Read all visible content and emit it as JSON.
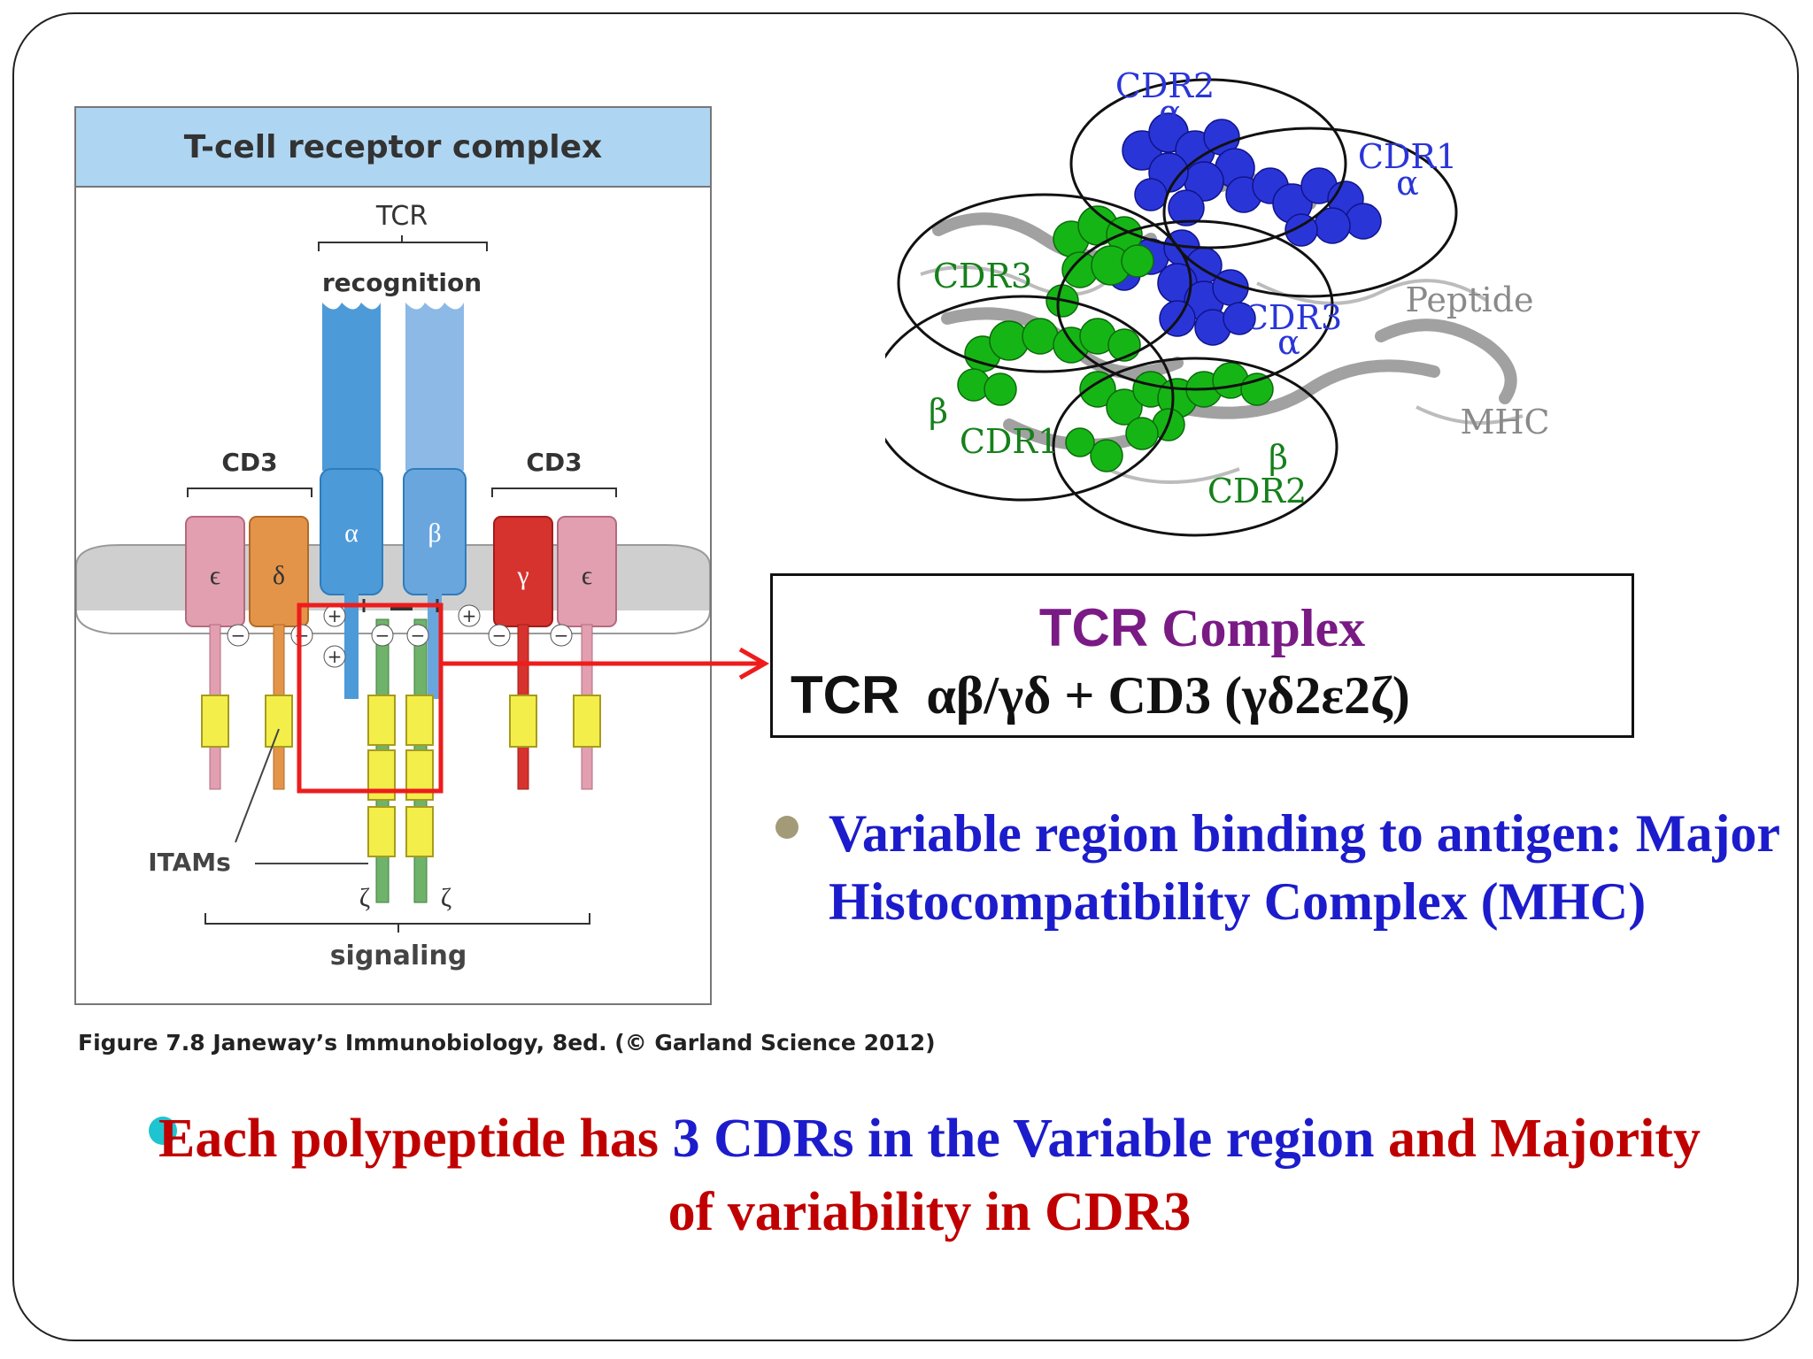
{
  "figure": {
    "title": "T-cell receptor complex",
    "tcr_label": "TCR",
    "recognition_label": "recognition",
    "cd3_left_label": "CD3",
    "cd3_right_label": "CD3",
    "alpha_label": "α",
    "beta_label": "β",
    "epsilon_left": "ϵ",
    "delta_label": "δ",
    "gamma_label": "γ",
    "epsilon_right": "ϵ",
    "itams_label": "ITAMs",
    "zeta_label": "ζ",
    "signaling_label": "signaling",
    "caption": "Figure 7.8  Janeway’s Immunobiology, 8ed. (© Garland Science 2012)",
    "colors": {
      "tcr_blue": "#4d9ad8",
      "cd3_epsilon": "#e19fb0",
      "cd3_delta": "#e39448",
      "cd3_gamma": "#d6322e",
      "zeta_green": "#6fb36b",
      "itam_yellow": "#f4ee4b",
      "highlight_red": "#ee1c1c"
    }
  },
  "structure": {
    "labels": {
      "cdr2_alpha": "CDR2",
      "cdr2_alpha_sub": "α",
      "cdr1_alpha": "CDR1",
      "cdr1_alpha_sub": "α",
      "cdr3_beta": "CDR3",
      "cdr3_alpha": "CDR3",
      "cdr3_alpha_sub": "α",
      "peptide": "Peptide",
      "cdr1_beta_sub": "β",
      "cdr1_beta": "CDR1",
      "cdr2_beta_sub": "β",
      "cdr2_beta": "CDR2",
      "mhc": "MHC"
    },
    "colors": {
      "alpha_cdr": "#2a35d8",
      "beta_cdr": "#16b516",
      "ribbon": "#888888"
    }
  },
  "tcr_box": {
    "title_tcr": "TCR",
    "title_rest": " Complex",
    "formula_tcr": "TCR",
    "formula_rest": "  αβ/γδ + CD3 (γδ2ε2ζ)"
  },
  "bullets": {
    "b1": "Variable region binding to antigen: Major Histocompatibility Complex (MHC)",
    "b2_part1": "Each polypeptide has ",
    "b2_part2": "3 CDRs in the Variable region",
    "b2_part3": " and Majority of variability in CDR3"
  }
}
